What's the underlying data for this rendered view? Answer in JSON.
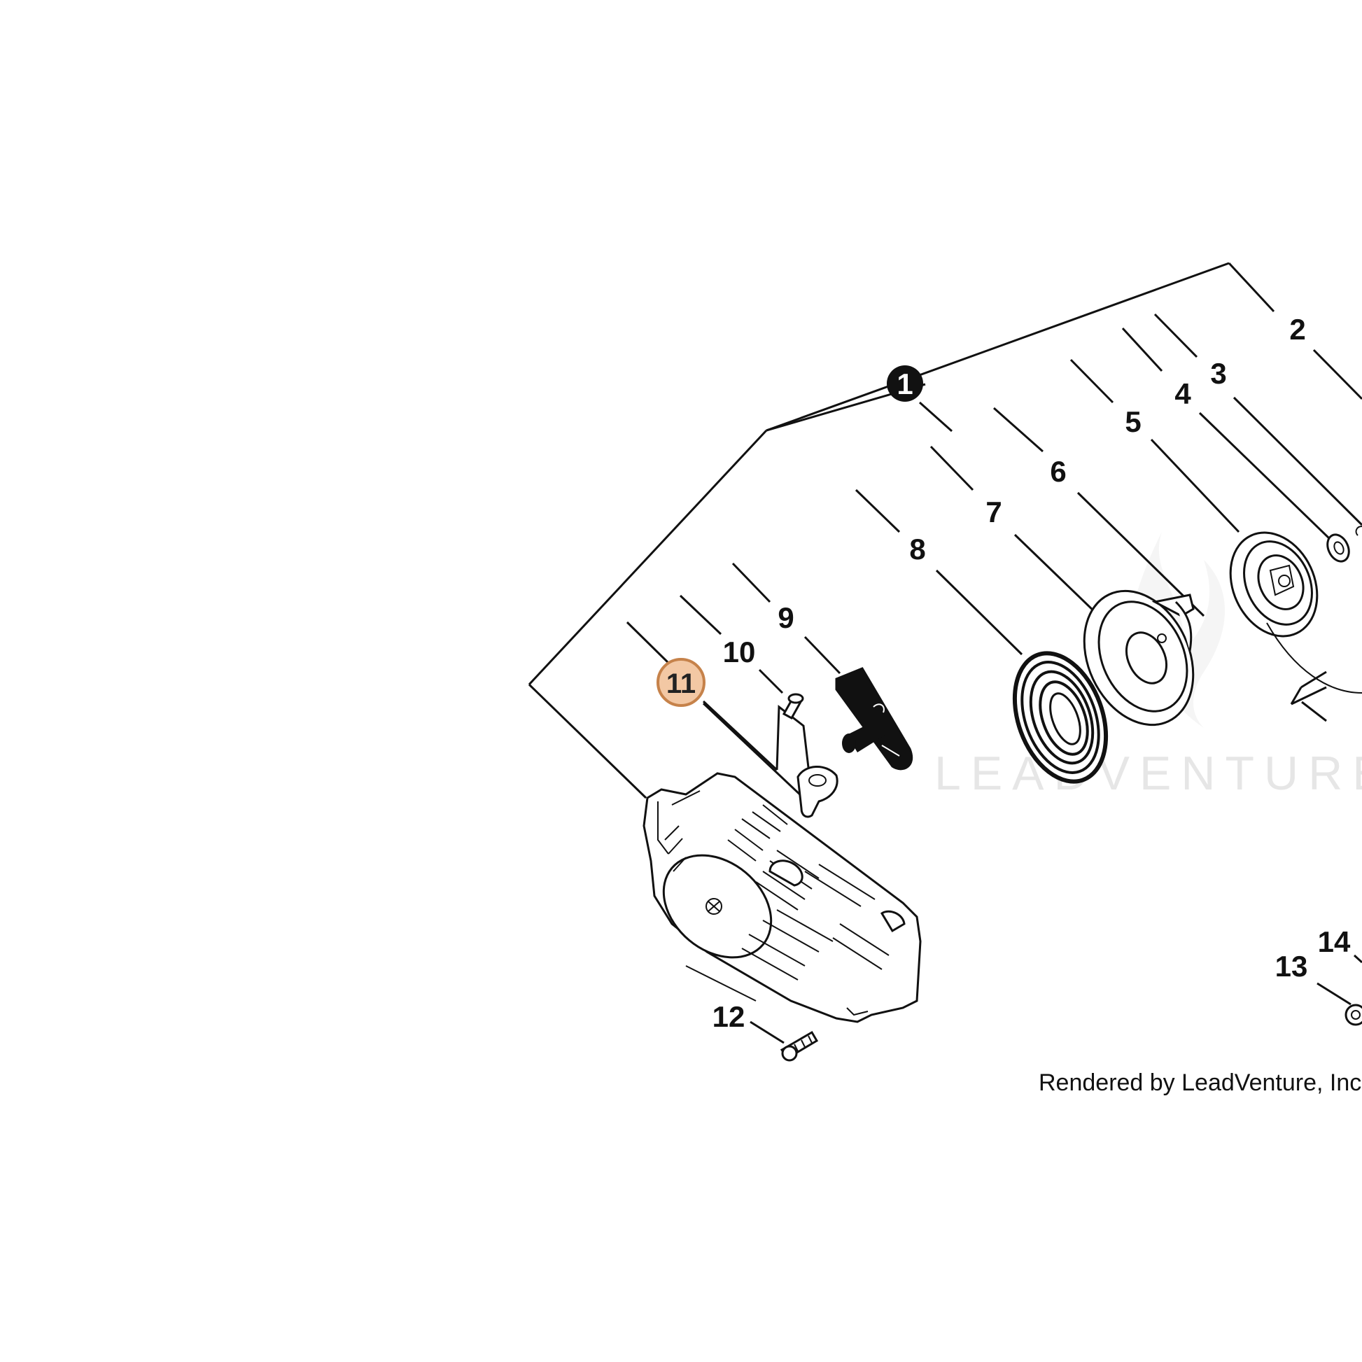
{
  "callouts": {
    "assembly": "1",
    "c2": "2",
    "c3": "3",
    "c4": "4",
    "c5": "5",
    "c6": "6",
    "c7": "7",
    "c8": "8",
    "c9": "9",
    "c10": "10",
    "c11": "11",
    "c12": "12",
    "c13": "13",
    "c14": "14"
  },
  "highlighted_callout": "11",
  "watermark_text": "LEADVENTURE",
  "credit_text": "Rendered by LeadVenture, Inc.",
  "colors": {
    "highlight_fill": "#f3c8a4",
    "highlight_stroke": "#c6824a",
    "line": "#111111",
    "watermark": "#e6e6e6"
  }
}
